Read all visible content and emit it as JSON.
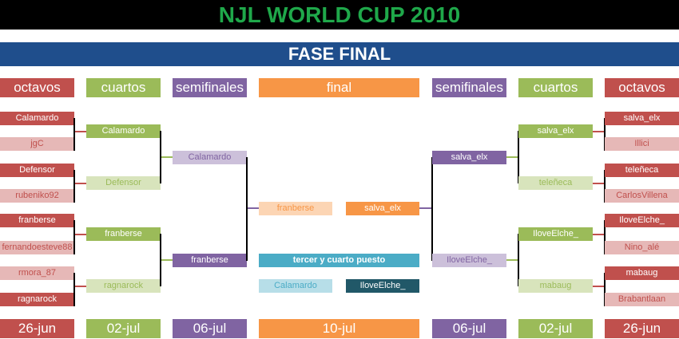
{
  "title": "NJL WORLD CUP 2010",
  "subtitle": "FASE FINAL",
  "headers": {
    "octavos": "octavos",
    "cuartos": "cuartos",
    "semifinales": "semifinales",
    "final": "final"
  },
  "dates": {
    "octavos": "26-jun",
    "cuartos": "02-jul",
    "semifinales": "06-jul",
    "final": "10-jul"
  },
  "left": {
    "octavos": [
      "Calamardo",
      "jgC",
      "Defensor",
      "rubeniko92",
      "franberse",
      "fernandoesteve88",
      "rmora_87",
      "ragnarock"
    ],
    "cuartos": [
      "Calamardo",
      "Defensor",
      "franberse",
      "ragnarock"
    ],
    "semifinales": [
      "Calamardo",
      "franberse"
    ]
  },
  "right": {
    "octavos": [
      "salva_elx",
      "Illici",
      "teleñeca",
      "CarlosVillena",
      "IloveElche_",
      "Nino_alé",
      "mabaug",
      "Brabantlaan"
    ],
    "cuartos": [
      "salva_elx",
      "teleñeca",
      "IloveElche_",
      "mabaug"
    ],
    "semifinales": [
      "salva_elx",
      "IloveElche_"
    ]
  },
  "final": {
    "left": "franberse",
    "right": "salva_elx",
    "third_place_label": "tercer y cuarto puesto",
    "third_left": "Calamardo",
    "third_right": "IloveElche_"
  },
  "colors": {
    "octavos": "#c0504d",
    "cuartos": "#9bbb59",
    "semifinales": "#8064a2",
    "final": "#f79646",
    "third": "#4bacc6",
    "title_text": "#1fa84a",
    "band": "#1f4e8c"
  }
}
